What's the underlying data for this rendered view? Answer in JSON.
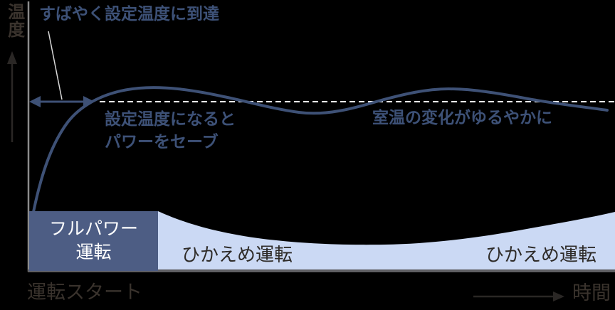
{
  "chart_data": {
    "type": "line",
    "title": "",
    "ylabel": "温度",
    "xlabel": "時間",
    "x_origin_label": "運転スタート",
    "grid": false,
    "x_ticks": [],
    "y_ticks": [],
    "axis_ranges": {
      "x_percent": [
        0,
        100
      ],
      "y_percent_of_set_temperature": [
        0,
        115
      ]
    },
    "reference_line": {
      "style": "dashed",
      "value": 100,
      "meaning": "level the curve oscillates around"
    },
    "series": [
      {
        "name": "room-temperature-curve",
        "x": [
          0.7,
          3.5,
          7.2,
          11.2,
          16.9,
          22.0,
          27.8,
          32.7,
          36.9,
          42.4,
          46.7,
          52.1,
          59.2,
          64.3,
          71.0,
          77.6,
          82.5,
          88.6,
          93.4,
          98.7
        ],
        "y": [
          34.9,
          67.6,
          89.5,
          100,
          107.1,
          108.4,
          106.7,
          103.4,
          100,
          95.8,
          93.3,
          94.1,
          100,
          104.6,
          107.6,
          106.3,
          103.8,
          100,
          97.9,
          95.4
        ]
      }
    ],
    "power_phases": [
      {
        "label": "フルパワー運転",
        "x_start_percent": 0,
        "x_end_percent": 22
      },
      {
        "label": "ひかえめ運転",
        "x_start_percent": 22,
        "x_end_percent": 100
      }
    ],
    "zone_labels": {
      "full_power_line1": "フルパワー",
      "full_power_line2": "運転",
      "moderate_1": "ひかえめ運転",
      "moderate_2": "ひかえめ運転"
    },
    "annotations": {
      "fast_reach": "すばやく設定温度に到達",
      "save_power_line1": "設定温度になると",
      "save_power_line2": "パワーをセーブ",
      "gentle_change": "室温の変化がゆるやかに"
    },
    "axis_text": {
      "y_label": "温度",
      "x_label": "時間",
      "x_origin": "運転スタート"
    },
    "legend": null
  },
  "colors": {
    "background": "#000000",
    "curve": "#3E5176",
    "annotation-text": "#3D5177",
    "dashed-line": "#FFFFFF",
    "full-power-box": "#4D5D84",
    "full-power-text": "#FFFFFF",
    "moderate-area": "#CBD9F4",
    "moderate-text": "#2E2B28",
    "axis-line": "#8C8C8C",
    "baseline": "#5F5F63",
    "dark-text": "#3A332D",
    "arrow-dark": "#2A2725",
    "leader-line": "#D8D8D8"
  }
}
